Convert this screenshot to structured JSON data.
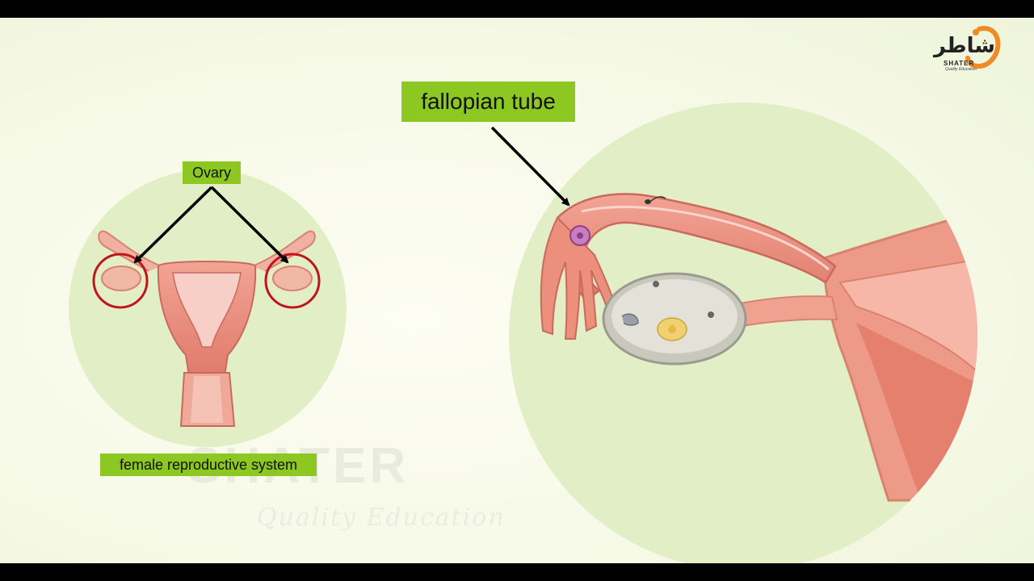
{
  "labels": {
    "ovary": "Ovary",
    "female_reproductive_system": "female reproductive system",
    "fallopian_tube": "fallopian tube"
  },
  "watermark": {
    "brand": "SHATER",
    "tagline": "Quality Education"
  },
  "logo": {
    "arabic": "شاطر",
    "english": "SHATER",
    "tagline": "Quality Education"
  },
  "colors": {
    "label_bg": "#8cc821",
    "circle_bg": "#e2eec6",
    "highlight_ring": "#c0151b",
    "tissue": "#e98a7a",
    "logo_orange": "#f08a24"
  }
}
